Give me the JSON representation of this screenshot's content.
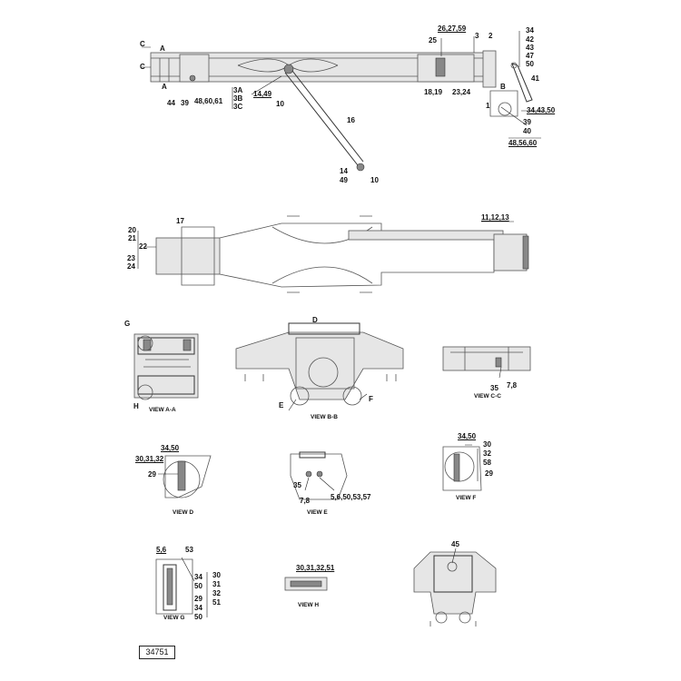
{
  "callouts": {
    "c_top": "C",
    "c_bot": "C",
    "a_top": "A",
    "a_bot": "A",
    "n44": "44",
    "n39": "39",
    "n48_60_61": "48,60,61",
    "n3a": "3A",
    "n3b": "3B",
    "n3c": "3C",
    "n14_49": "14,49",
    "n10a": "10",
    "n16": "16",
    "n14": "14",
    "n49": "49",
    "n10b": "10",
    "n26_27_59": "26,27,59",
    "n25": "25",
    "n3": "3",
    "n2": "2",
    "n18_19": "18,19",
    "n23_24": "23,24",
    "n34a": "34",
    "n42": "42",
    "n43": "43",
    "n47": "47",
    "n50a": "50",
    "n41": "41",
    "nB": "B",
    "n1": "1",
    "n34_43_50": "34,43,50",
    "n39b": "39",
    "n40": "40",
    "n48_56_60": "48,56,60",
    "n17": "17",
    "n20": "20",
    "n21": "21",
    "n22": "22",
    "n23": "23",
    "n24": "24",
    "n11_12_13": "11,12,13",
    "nG": "G",
    "nH": "H",
    "nD": "D",
    "nE": "E",
    "nF": "F",
    "n35": "35",
    "n7_8": "7,8",
    "d34_50": "34,50",
    "d30_31_32": "30,31,32",
    "d29": "29",
    "e35": "35",
    "e7_8": "7,8",
    "e5_6": "5,6,50,53,57",
    "f34_50": "34,50",
    "f30": "30",
    "f32": "32",
    "f58": "58",
    "f29": "29",
    "g5_6": "5,6",
    "g53": "53",
    "g34": "34",
    "g50": "50",
    "g30": "30",
    "g31": "31",
    "g32": "32",
    "g51": "51",
    "g29": "29",
    "g34b": "34",
    "g50b": "50",
    "h30": "30,31,32,51",
    "n45": "45"
  },
  "views": {
    "aa": "VIEW A-A",
    "bb": "VIEW B-B",
    "cc": "VIEW C-C",
    "d": "VIEW D",
    "e": "VIEW E",
    "f": "VIEW F",
    "g": "VIEW G",
    "h": "VIEW H"
  },
  "figure_number": "34751"
}
